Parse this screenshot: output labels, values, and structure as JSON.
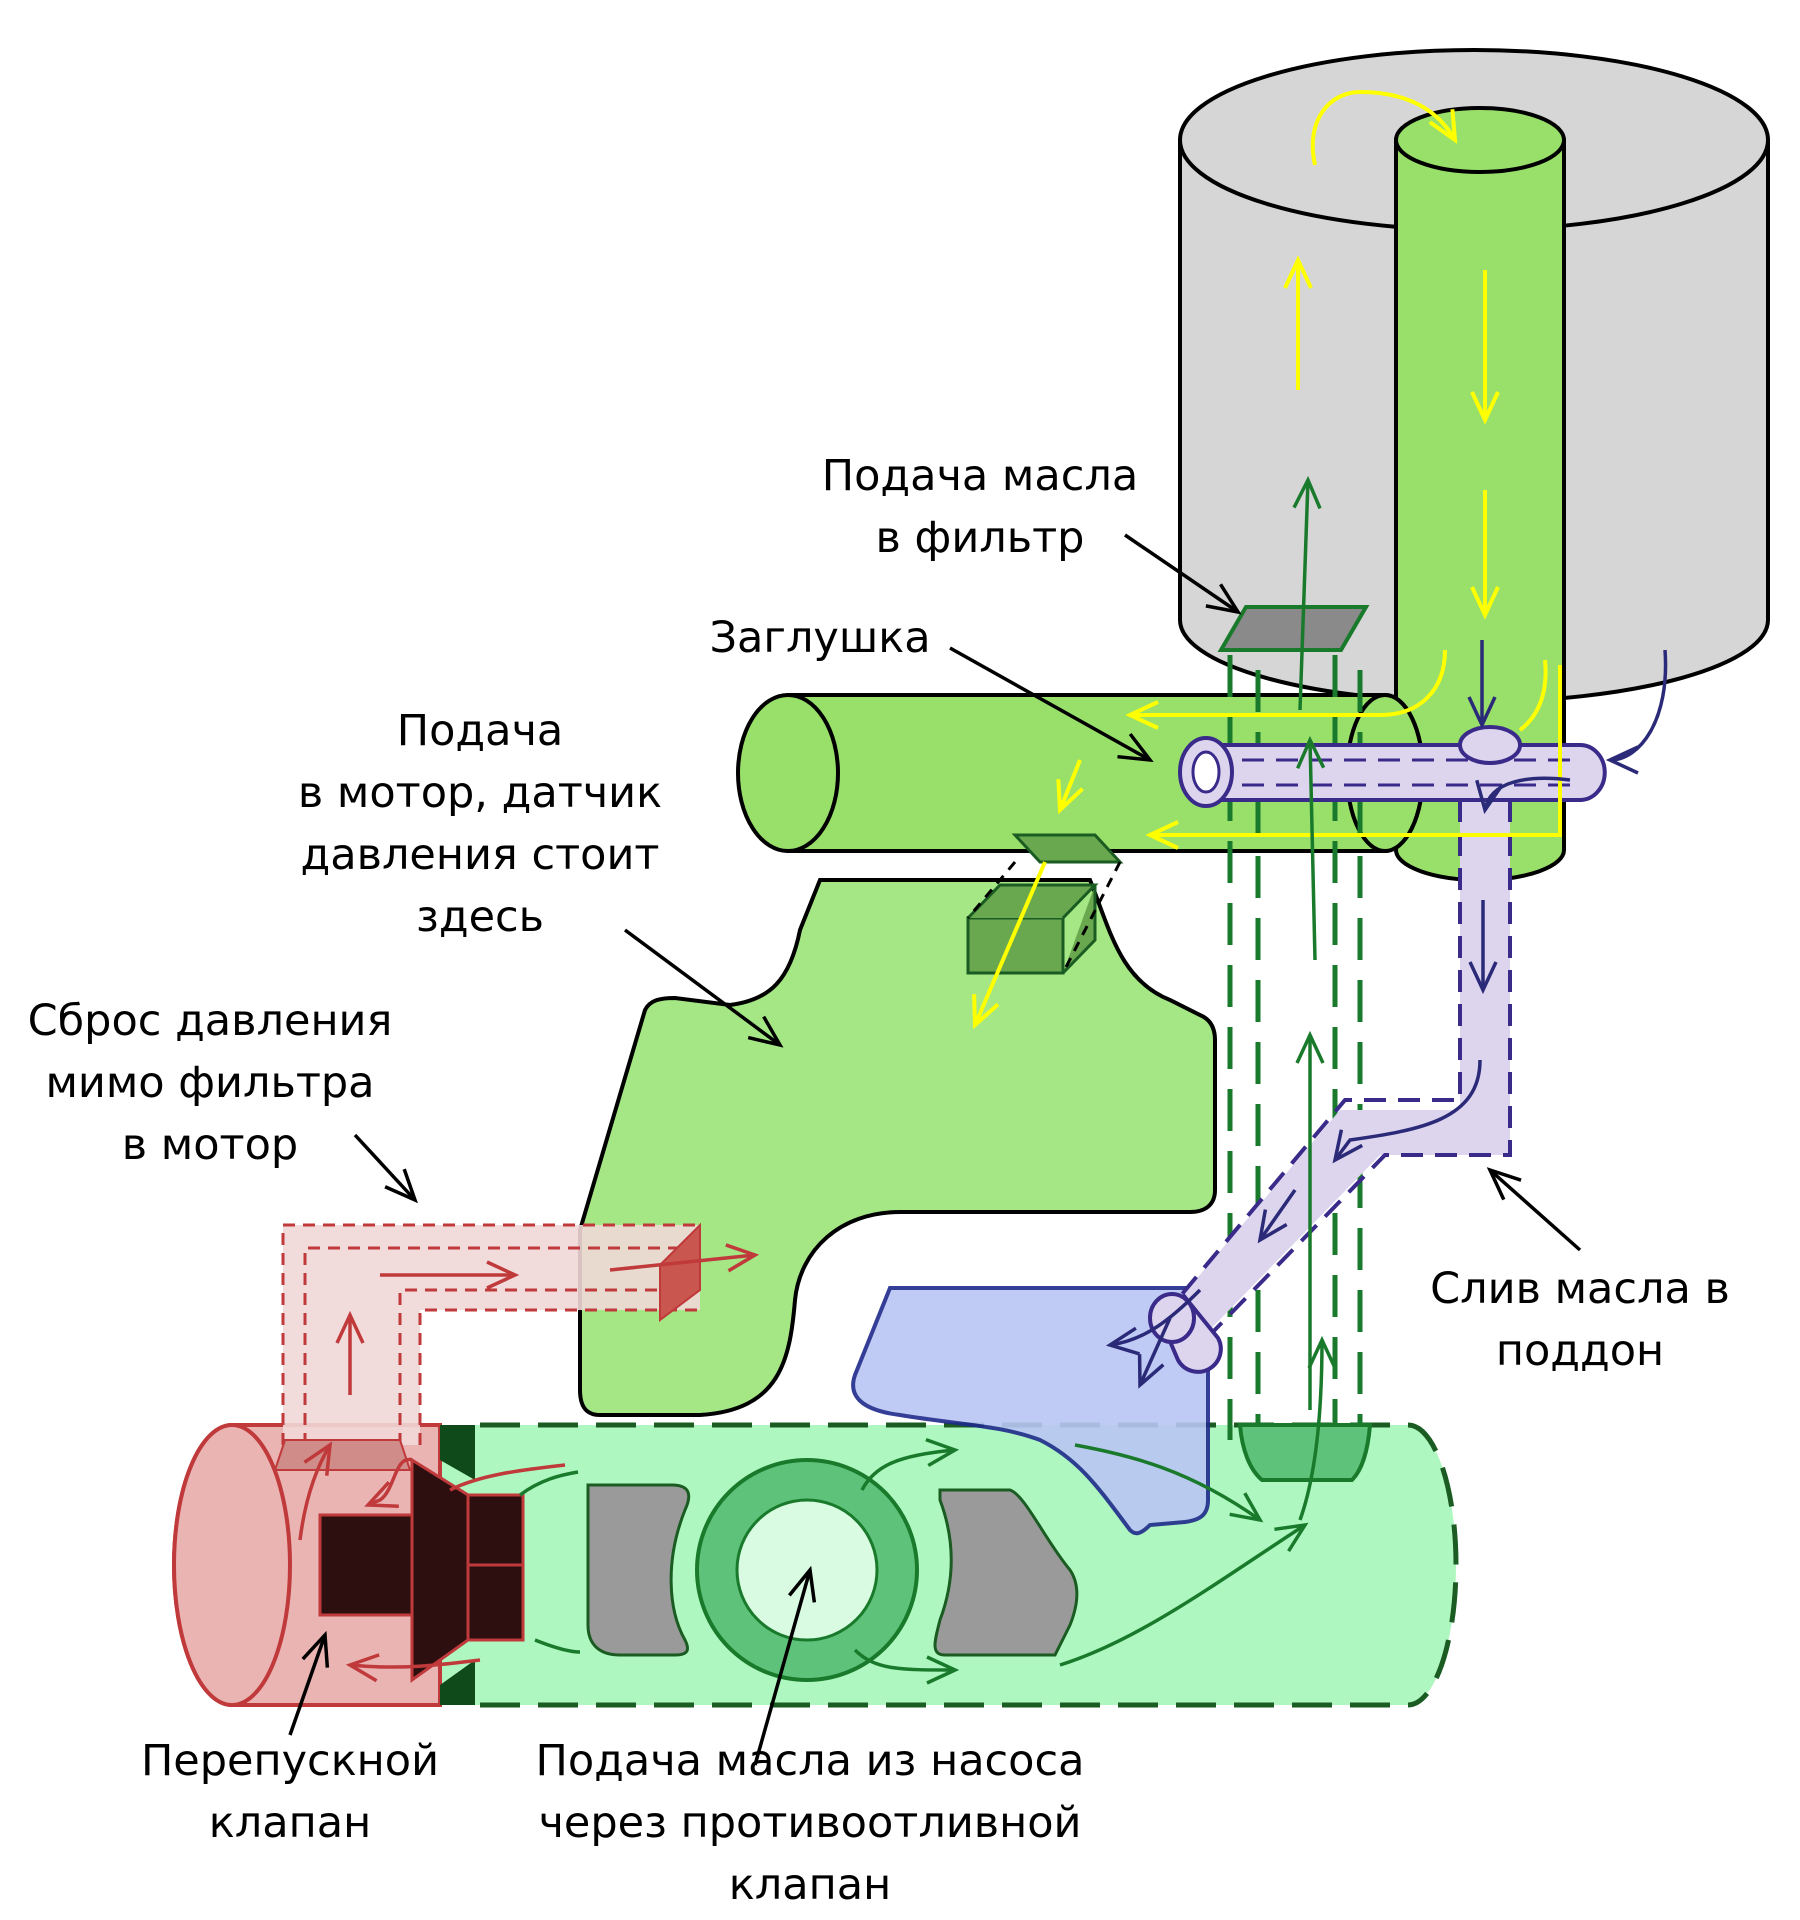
{
  "labels": {
    "filter_inlet": [
      "Подача масла",
      "в фильтр"
    ],
    "plug": [
      "Заглушка"
    ],
    "engine_feed": [
      "Подача",
      "в мотор, датчик",
      "давления стоит",
      "здесь"
    ],
    "pressure_relief": [
      "Сброс давления",
      "мимо фильтра",
      "в мотор"
    ],
    "drain": [
      "Слив масла в",
      "поддон"
    ],
    "bypass_valve": [
      "Перепускной",
      "клапан"
    ],
    "pump_feed": [
      "Подача масла из насоса",
      "через противоотливной",
      "клапан"
    ]
  },
  "colors": {
    "filter_housing": "#d6d6d6",
    "filter_tube": "#99e06b",
    "engine_block": "#a5e685",
    "pump_channel": "#aff7c0",
    "bypass": "#e3a9a6",
    "drain_pipe": "#ddd5ee",
    "sump": "#b9c6f3",
    "flow_yellow": "#ffff00",
    "flow_green": "#1a7a2c",
    "flow_red": "#c0393b",
    "flow_navy": "#2b2a78"
  }
}
